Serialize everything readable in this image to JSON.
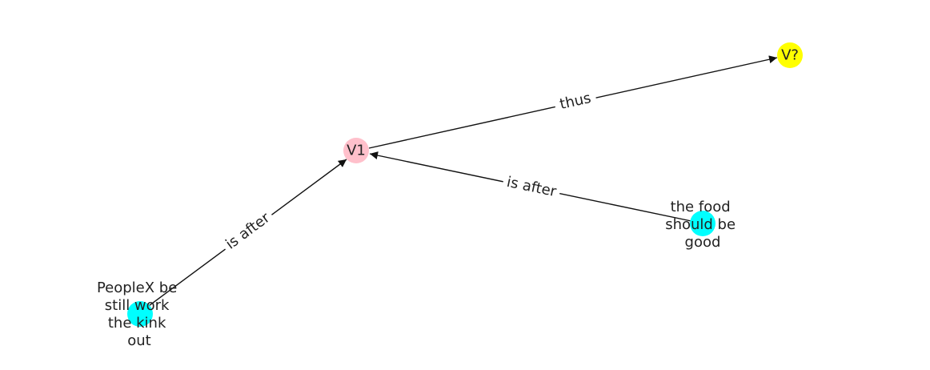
{
  "nodes": [
    {
      "id": "v1",
      "label": "V1",
      "color": "#ffc0cb"
    },
    {
      "id": "vq",
      "label": "V?",
      "color": "#ffff00"
    },
    {
      "id": "food",
      "label_lines": [
        "the food",
        "should be",
        "good"
      ],
      "color": "#00ffff"
    },
    {
      "id": "people",
      "label_lines": [
        "PeopleX be",
        "still work",
        "the kink",
        "out"
      ],
      "color": "#00ffff"
    }
  ],
  "edges": [
    {
      "from": "v1",
      "to": "vq",
      "label": "thus"
    },
    {
      "from": "food",
      "to": "v1",
      "label": "is after"
    },
    {
      "from": "people",
      "to": "v1",
      "label": "is after"
    }
  ]
}
